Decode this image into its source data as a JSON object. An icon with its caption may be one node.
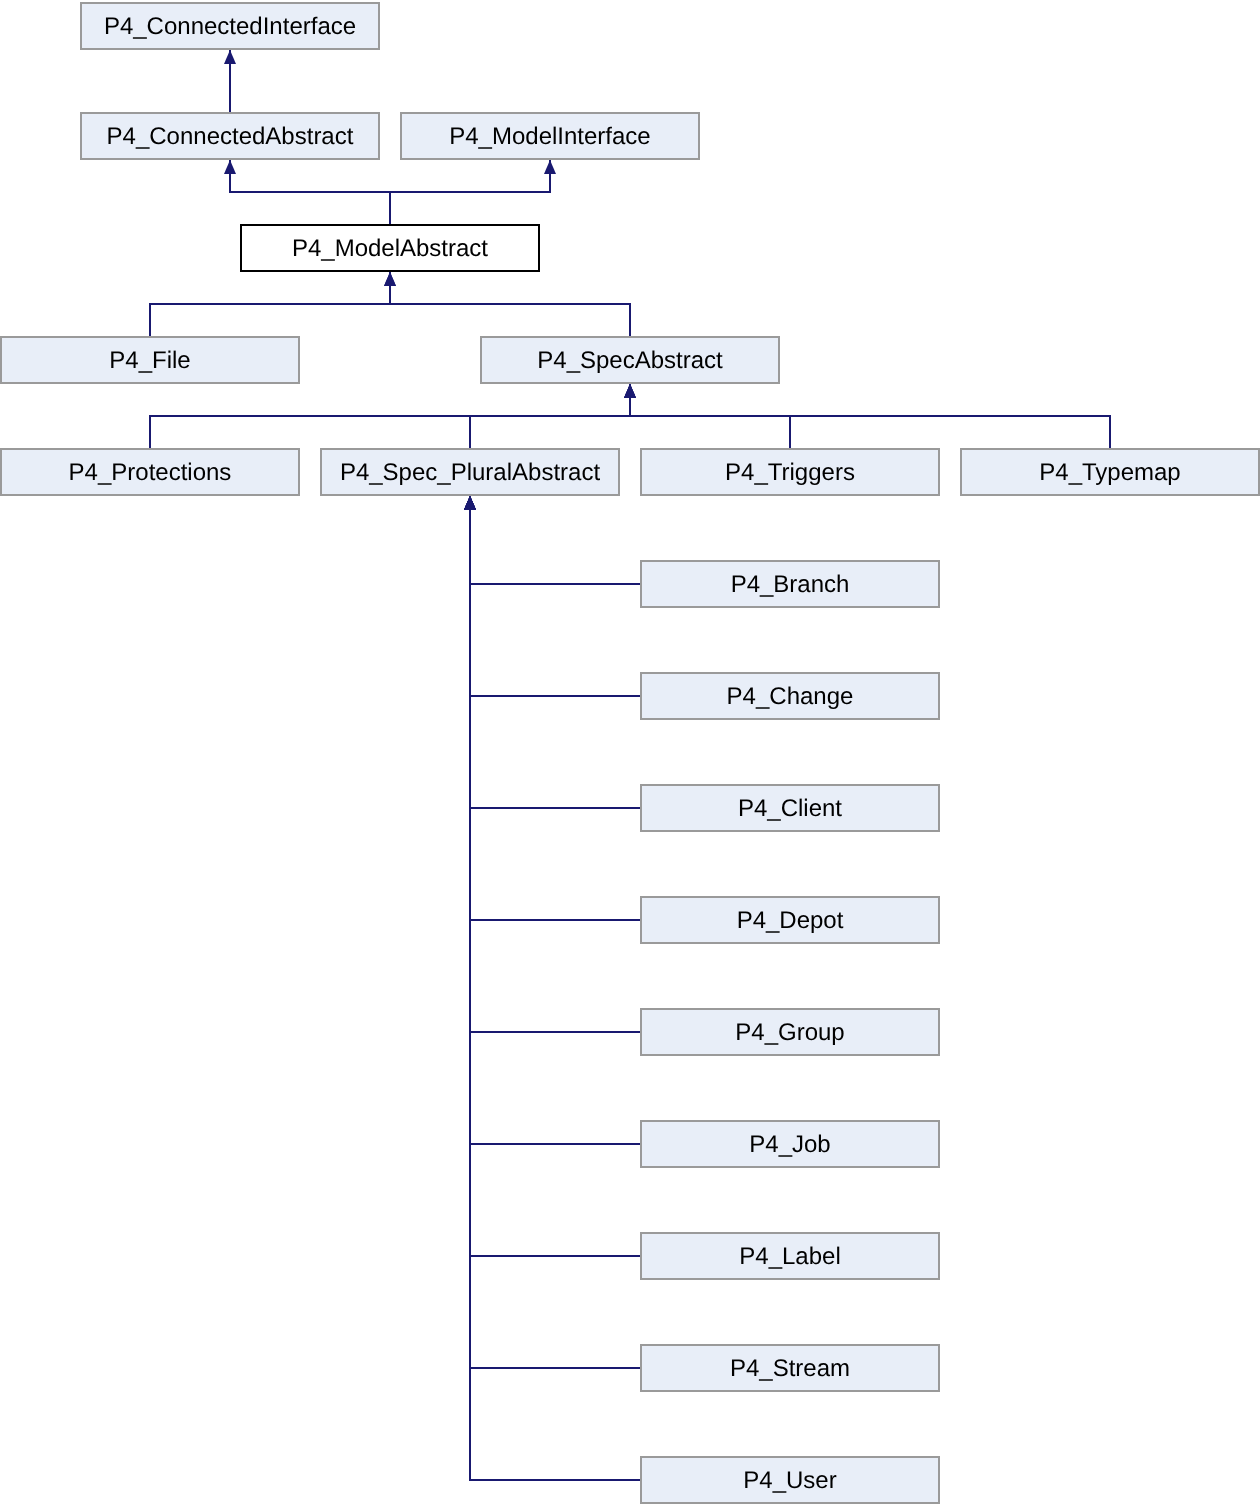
{
  "diagram": {
    "nodes": [
      {
        "text": [
          "P4_ConnectedInterface"
        ]
      },
      {
        "text": [
          "P4_ConnectedAbstract"
        ]
      },
      {
        "text": [
          "P4_ModelInterface"
        ]
      },
      {
        "text": [
          "P4_ModelAbstract"
        ]
      },
      {
        "text": [
          "P4_File"
        ]
      },
      {
        "text": [
          "P4_SpecAbstract"
        ]
      },
      {
        "text": [
          "P4_Protections"
        ]
      },
      {
        "text": [
          "P4_Spec_PluralAbstract"
        ]
      },
      {
        "text": [
          "P4_Triggers"
        ]
      },
      {
        "text": [
          "P4_Typemap"
        ]
      },
      {
        "text": [
          "P4_Branch"
        ]
      },
      {
        "text": [
          "P4_Change"
        ]
      },
      {
        "text": [
          "P4_Client"
        ]
      },
      {
        "text": [
          "P4_Depot"
        ]
      },
      {
        "text": [
          "P4_Group"
        ]
      },
      {
        "text": [
          "P4_Job"
        ]
      },
      {
        "text": [
          "P4_Label"
        ]
      },
      {
        "text": [
          "P4_Stream"
        ]
      },
      {
        "text": [
          "P4_User"
        ]
      }
    ],
    "edges": [
      {
        "from": 1,
        "to": 0,
        "arrow": "to"
      },
      {
        "from": 3,
        "to": 1,
        "arrow": "to"
      },
      {
        "from": 3,
        "to": 2,
        "arrow": "to"
      },
      {
        "from": 4,
        "to": 3,
        "arrow": "to"
      },
      {
        "from": 5,
        "to": 3,
        "arrow": "to"
      },
      {
        "from": 6,
        "to": 5,
        "arrow": "to"
      },
      {
        "from": 7,
        "to": 5,
        "arrow": "to"
      },
      {
        "from": 8,
        "to": 5,
        "arrow": "to"
      },
      {
        "from": 9,
        "to": 5,
        "arrow": "to"
      },
      {
        "from": 10,
        "to": 7,
        "arrow": "to"
      },
      {
        "from": 11,
        "to": 7,
        "arrow": "to"
      },
      {
        "from": 12,
        "to": 7,
        "arrow": "to"
      },
      {
        "from": 13,
        "to": 7,
        "arrow": "to"
      },
      {
        "from": 14,
        "to": 7,
        "arrow": "to"
      },
      {
        "from": 15,
        "to": 7,
        "arrow": "to"
      },
      {
        "from": 16,
        "to": 7,
        "arrow": "to"
      },
      {
        "from": 17,
        "to": 7,
        "arrow": "to"
      },
      {
        "from": 18,
        "to": 7,
        "arrow": "to"
      }
    ]
  }
}
